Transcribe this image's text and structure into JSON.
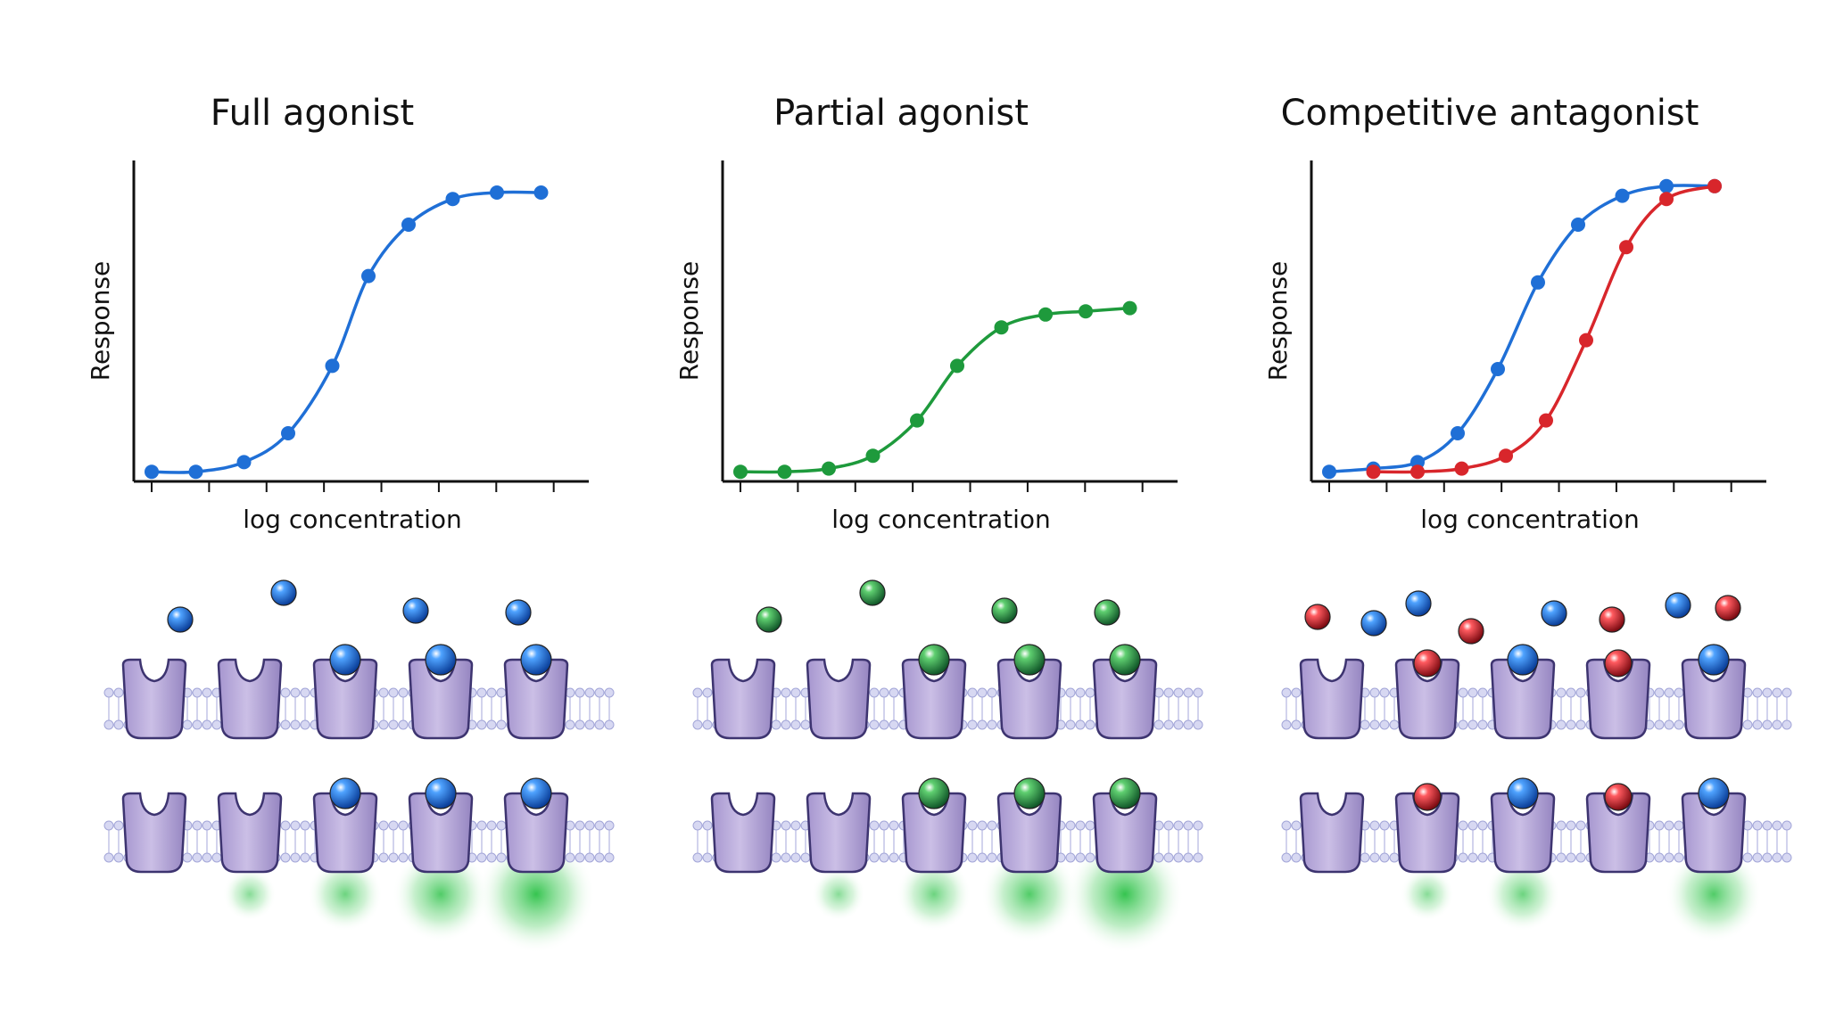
{
  "panels": [
    {
      "title": "Full agonist",
      "key": "full",
      "colors": [
        "#1f6fd6"
      ],
      "scene_ligand": "blue",
      "glow": [
        0,
        1,
        2,
        3,
        4
      ]
    },
    {
      "title": "Partial agonist",
      "key": "partial",
      "colors": [
        "#1e9a3c"
      ],
      "scene_ligand": "green",
      "glow": [
        0,
        1,
        2,
        3,
        4
      ]
    },
    {
      "title": "Competitive antagonist",
      "key": "antagonist",
      "colors": [
        "#1f6fd6",
        "#d8262b"
      ],
      "scene_ligand": "mixed",
      "glow": [
        0,
        1,
        2,
        0,
        3
      ]
    }
  ],
  "chart_data": [
    {
      "type": "line",
      "title": "Full agonist",
      "xlabel": "log concentration",
      "ylabel": "Response",
      "xlim": [
        0,
        10
      ],
      "ylim": [
        0,
        1.0
      ],
      "series": [
        {
          "x": [
            0,
            1.1,
            2.3,
            3.4,
            4.5,
            5.4,
            6.4,
            7.5,
            8.6,
            9.7
          ],
          "values": [
            0.03,
            0.03,
            0.06,
            0.15,
            0.36,
            0.64,
            0.8,
            0.88,
            0.9,
            0.9
          ]
        }
      ]
    },
    {
      "type": "line",
      "title": "Partial agonist",
      "xlabel": "log concentration",
      "ylabel": "Response",
      "xlim": [
        0,
        10
      ],
      "ylim": [
        0,
        1.0
      ],
      "series": [
        {
          "x": [
            0,
            1.1,
            2.2,
            3.3,
            4.4,
            5.4,
            6.5,
            7.6,
            8.6,
            9.7
          ],
          "values": [
            0.03,
            0.03,
            0.04,
            0.08,
            0.19,
            0.36,
            0.48,
            0.52,
            0.53,
            0.54
          ]
        }
      ]
    },
    {
      "type": "line",
      "title": "Competitive antagonist",
      "xlabel": "log concentration",
      "ylabel": "Response",
      "xlim": [
        0,
        10
      ],
      "ylim": [
        0,
        1.0
      ],
      "series": [
        {
          "x": [
            0,
            1.1,
            2.2,
            3.2,
            4.2,
            5.2,
            6.2,
            7.3,
            8.4,
            9.6
          ],
          "values": [
            0.03,
            0.04,
            0.06,
            0.15,
            0.35,
            0.62,
            0.8,
            0.89,
            0.92,
            0.92
          ]
        },
        {
          "x": [
            1.1,
            2.2,
            3.3,
            4.4,
            5.4,
            6.4,
            7.4,
            8.4,
            9.6
          ],
          "values": [
            0.03,
            0.03,
            0.04,
            0.08,
            0.19,
            0.44,
            0.73,
            0.88,
            0.92
          ]
        }
      ]
    }
  ]
}
